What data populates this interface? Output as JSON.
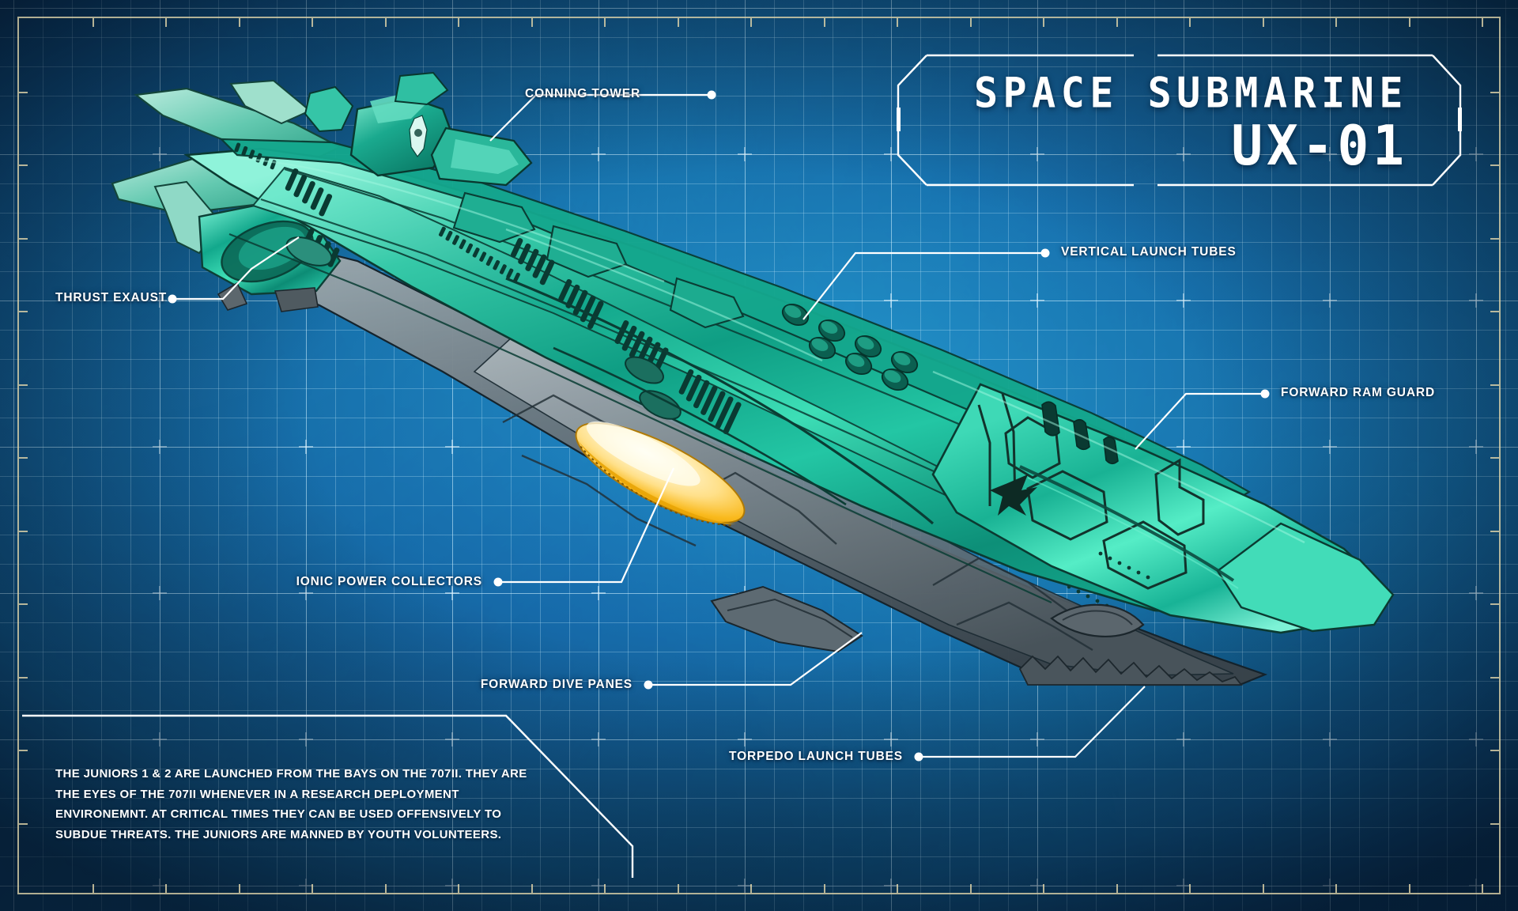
{
  "title_panel": {
    "main_title": "SPACE SUBMARINE",
    "designation": "UX-01"
  },
  "callouts": [
    {
      "id": "conning-tower",
      "label": "CONNING TOWER"
    },
    {
      "id": "thrust-exaust",
      "label": "THRUST EXAUST"
    },
    {
      "id": "ionic-power-collectors",
      "label": "IONIC POWER COLLECTORS"
    },
    {
      "id": "forward-dive-panes",
      "label": "FORWARD DIVE PANES"
    },
    {
      "id": "torpedo-launch-tubes",
      "label": "TORPEDO LAUNCH TUBES"
    },
    {
      "id": "vertical-launch-tubes",
      "label": "VERTICAL LAUNCH TUBES"
    },
    {
      "id": "forward-ram-guard",
      "label": "FORWARD RAM GUARD"
    }
  ],
  "description": {
    "line1": "THE JUNIORS  1 & 2 ARE LAUNCHED FROM THE BAYS ON THE 707II. THEY ARE",
    "line2": "THE EYES OF THE 707II WHENEVER IN A RESEARCH DEPLOYMENT",
    "line3": "ENVIRONEMNT. AT CRITICAL TIMES THEY CAN BE USED OFFENSIVELY TO",
    "line4": "SUBDUE THREATS. THE JUNIORS ARE MANNED BY YOUTH VOLUNTEERS."
  },
  "colors": {
    "blueprint_bg": "#1b7fb5",
    "grid_line": "#bee6f8",
    "frame": "#e2d6aa",
    "hull_upper": "#1fb89a",
    "hull_highlight": "#58e8c4",
    "hull_lower": "#6f7d84",
    "ionic_glow": "#ffe9a0",
    "ionic_core": "#f5b822",
    "callout_line": "#ffffff",
    "text": "#ffffff"
  }
}
